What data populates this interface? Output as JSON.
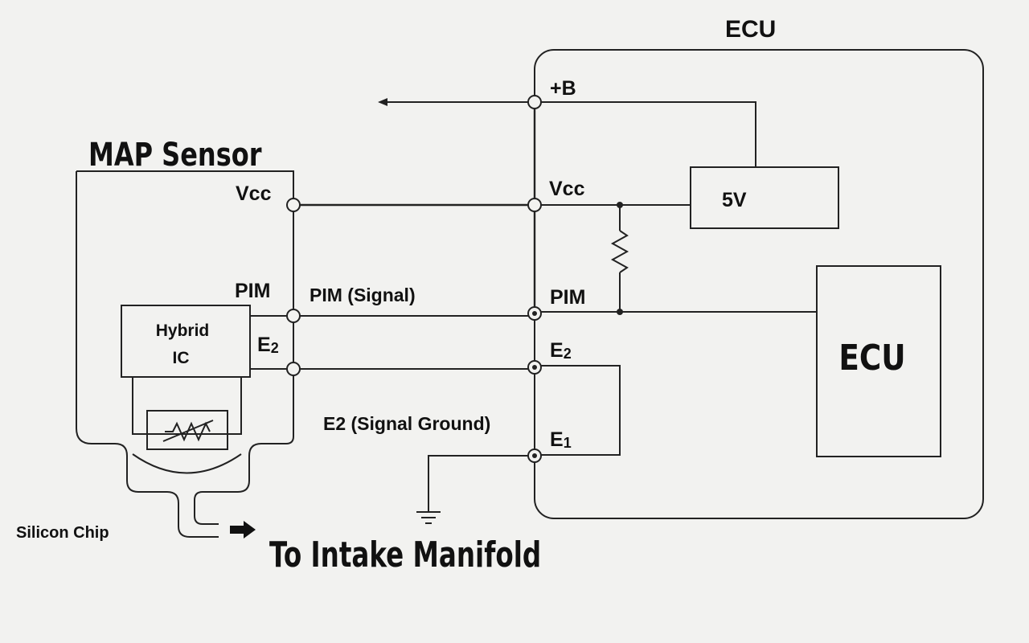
{
  "ecu": {
    "title": "ECU",
    "inner_block_label": "ECU",
    "regulator_label": "5V",
    "terminals": {
      "plus_b": "+B",
      "vcc": "Vcc",
      "pim": "PIM",
      "e2_main": "E",
      "e2_sub": "2",
      "e1_main": "E",
      "e1_sub": "1"
    }
  },
  "sensor": {
    "title": "MAP Sensor",
    "hybrid_ic_line1": "Hybrid",
    "hybrid_ic_line2": "IC",
    "terminals": {
      "vcc": "Vcc",
      "pim": "PIM",
      "e2_main": "E",
      "e2_sub": "2"
    }
  },
  "wires": {
    "pim_signal": "PIM (Signal)",
    "e2_signal_ground": "E2 (Signal Ground)"
  },
  "annotations": {
    "silicon_chip": "Silicon Chip",
    "to_intake_manifold": "To Intake Manifold"
  },
  "colors": {
    "background": "#f2f2f0",
    "line": "#222222",
    "text": "#111111"
  }
}
